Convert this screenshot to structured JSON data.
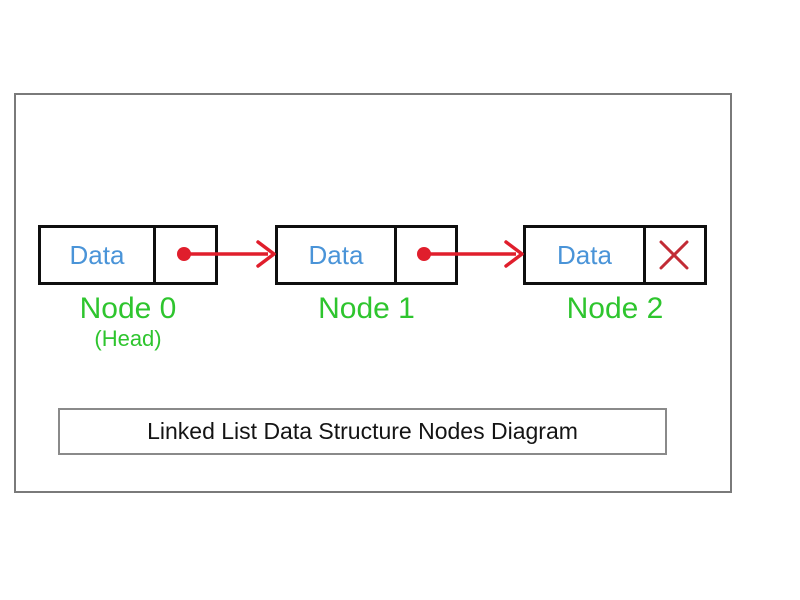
{
  "diagram": {
    "caption": "Linked List Data Structure Nodes Diagram",
    "nodes": [
      {
        "data_label": "Data",
        "label": "Node 0",
        "sublabel": "(Head)",
        "pointer_icon": "dot-with-arrow",
        "points_to": "Node 1"
      },
      {
        "data_label": "Data",
        "label": "Node 1",
        "pointer_icon": "dot-with-arrow",
        "points_to": "Node 2"
      },
      {
        "data_label": "Data",
        "label": "Node 2",
        "pointer_icon": "null-x",
        "points_to": ""
      }
    ],
    "colors": {
      "data_text": "#4A94D8",
      "node_label_green": "#2EC52E",
      "arrow_red": "#E01E2C",
      "null_x_red": "#C22B35",
      "node_border": "#0F0F0F",
      "frame_border": "#7A7A7A",
      "caption_border": "#8A8A8A",
      "caption_text": "#141414"
    }
  }
}
